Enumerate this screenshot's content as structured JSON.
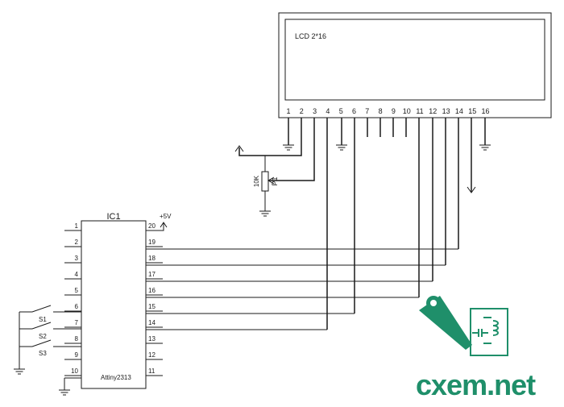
{
  "lcd": {
    "label": "LCD 2*16",
    "pins": [
      "1",
      "2",
      "3",
      "4",
      "5",
      "6",
      "7",
      "8",
      "9",
      "10",
      "11",
      "12",
      "13",
      "14",
      "15",
      "16"
    ]
  },
  "ic": {
    "name": "IC1",
    "part": "Attiny2313",
    "left_pins": [
      "1",
      "2",
      "3",
      "4",
      "5",
      "6",
      "7",
      "8",
      "9",
      "10"
    ],
    "right_pins": [
      "20",
      "19",
      "18",
      "17",
      "16",
      "15",
      "14",
      "13",
      "12",
      "11"
    ]
  },
  "power": {
    "label": "+5V"
  },
  "pot": {
    "name": "P1",
    "value": "10K"
  },
  "switches": [
    "S1",
    "S2",
    "S3"
  ],
  "watermark": {
    "text": "cxem.net",
    "color": "#1f8f6a"
  }
}
